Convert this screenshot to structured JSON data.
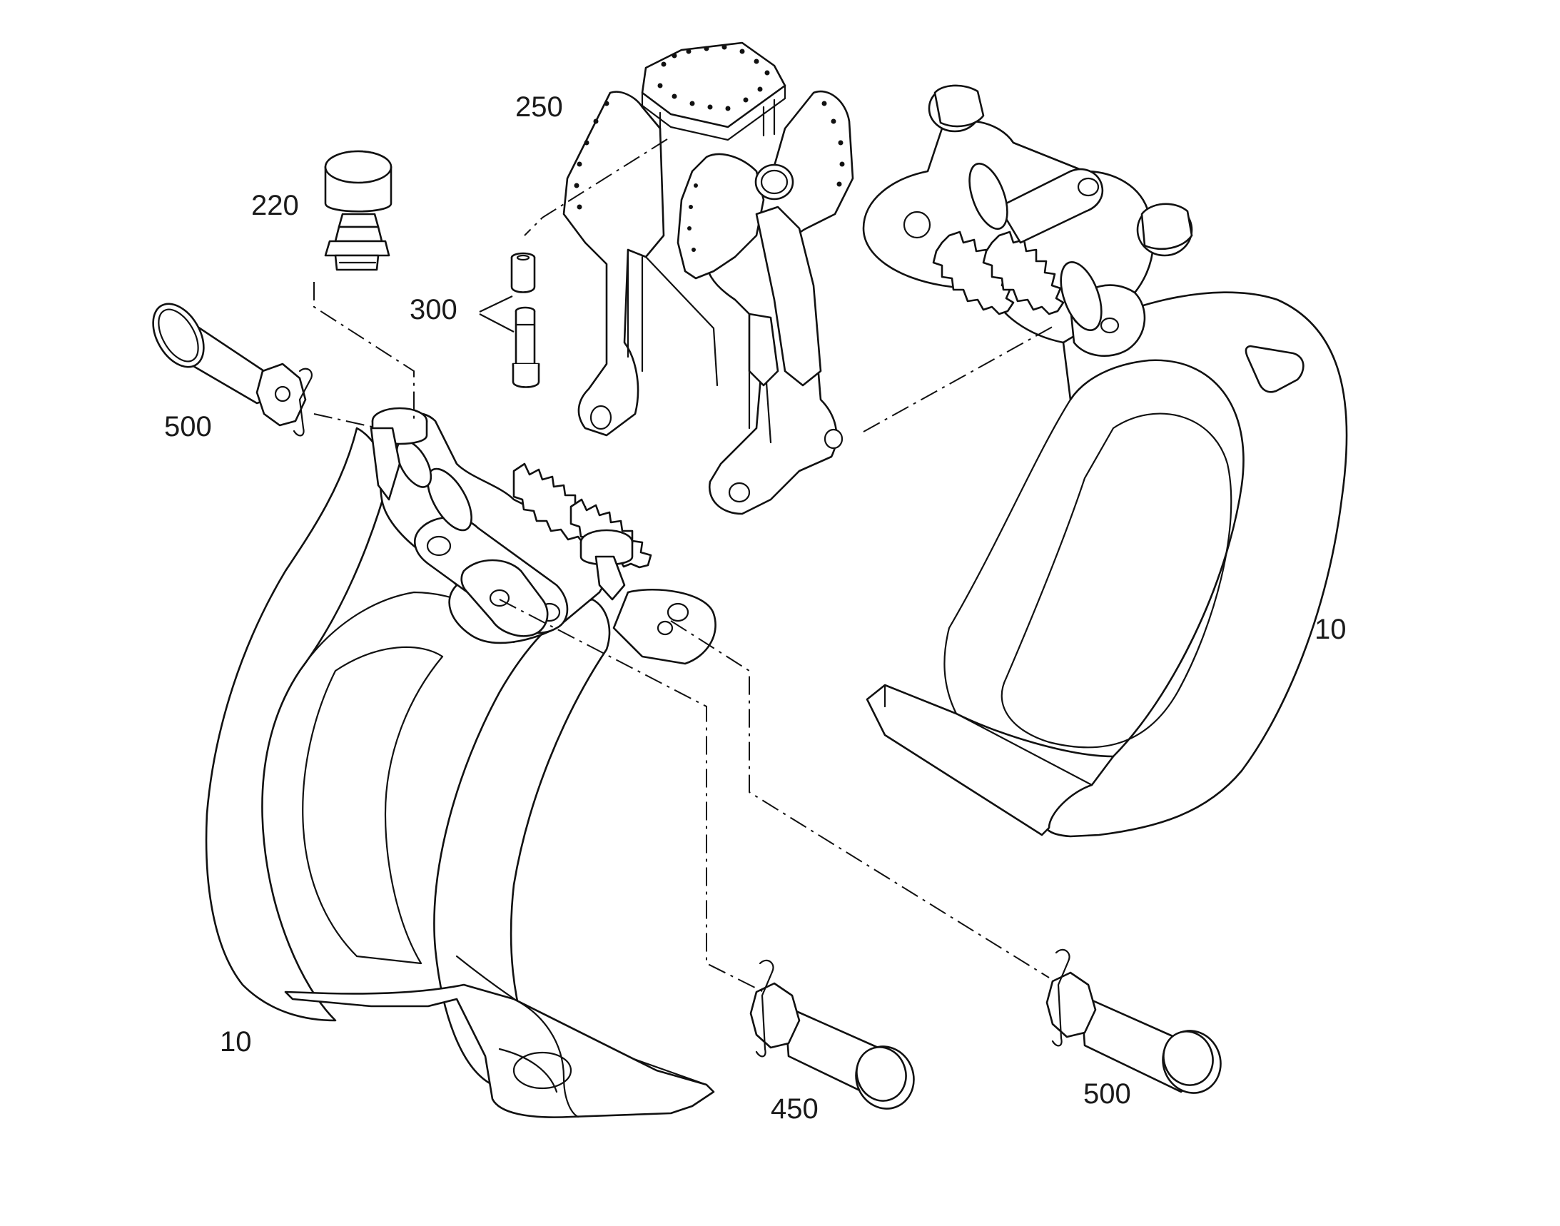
{
  "labels": {
    "part_250": "250",
    "part_220": "220",
    "part_300": "300",
    "part_500_top": "500",
    "part_10_right": "10",
    "part_10_left": "10",
    "part_450": "450",
    "part_500_bottom": "500"
  }
}
